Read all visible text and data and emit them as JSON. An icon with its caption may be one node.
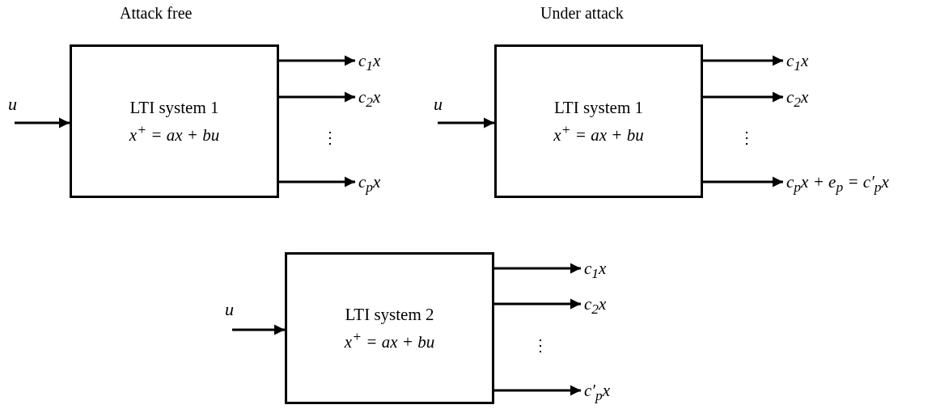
{
  "diagram": {
    "nodes": [
      {
        "text": [
          "LTI system 1",
          "x$^{+}$ = ax + bu"
        ]
      },
      {
        "text": [
          "LTI system 1",
          "x$^{+}$ = ax + bu"
        ]
      },
      {
        "text": [
          "c$_{1}$x"
        ]
      },
      {
        "text": [
          "c$_{2}$x"
        ]
      },
      {
        "text": [
          "c$_{p}$x"
        ]
      },
      {
        "text": [
          "c$_{1}$x"
        ]
      },
      {
        "text": [
          "c$_{2}$x"
        ]
      },
      {
        "text": [
          "c$_{p}$x + e$_{p}$ = c′$_{p}$x"
        ]
      },
      {
        "text": [
          "LTI system 2",
          "x$^{+}$ = ax + bu"
        ]
      },
      {
        "text": [
          "c$_{1}$x"
        ]
      },
      {
        "text": [
          "c$_{2}$x"
        ]
      },
      {
        "text": [
          "c′$_{p}$x"
        ]
      }
    ],
    "edges": [
      {
        "from": null,
        "to": 0,
        "arrow": "to",
        "label": "u"
      },
      {
        "from": 0,
        "to": 2,
        "arrow": "to"
      },
      {
        "from": 0,
        "to": 3,
        "arrow": "to"
      },
      {
        "from": 0,
        "to": 4,
        "arrow": "to"
      },
      {
        "from": null,
        "to": 1,
        "arrow": "to",
        "label": "u"
      },
      {
        "from": 1,
        "to": 5,
        "arrow": "to"
      },
      {
        "from": 1,
        "to": 6,
        "arrow": "to"
      },
      {
        "from": 1,
        "to": 7,
        "arrow": "to"
      },
      {
        "from": null,
        "to": 8,
        "arrow": "to",
        "label": "u"
      },
      {
        "from": 8,
        "to": 9,
        "arrow": "to"
      },
      {
        "from": 8,
        "to": 10,
        "arrow": "to"
      },
      {
        "from": 8,
        "to": 11,
        "arrow": "to"
      }
    ],
    "labels": [
      "Attack free",
      "Under attack",
      "⋮",
      "⋮",
      "⋮"
    ]
  }
}
